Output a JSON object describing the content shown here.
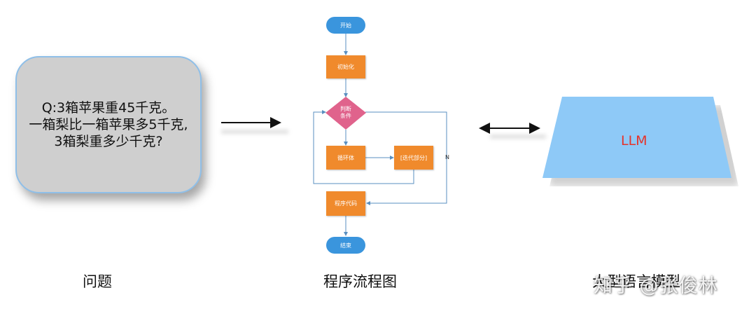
{
  "question": {
    "lines": [
      "Q:3箱苹果重45千克。",
      "一箱梨比一箱苹果多5千克,",
      "3箱梨重多少千克?"
    ]
  },
  "captions": {
    "question": "问题",
    "flowchart": "程序流程图",
    "llm": "大型语言模型"
  },
  "flowchart": {
    "start": "开始",
    "init": "初始化",
    "condition_line1": "判断",
    "condition_line2": "条件",
    "loop_body": "循环体",
    "iteration": "[迭代部分]",
    "program_code": "程序代码",
    "end": "结束",
    "no_label": "N"
  },
  "llm": {
    "label": "LLM"
  },
  "watermark": "知乎 @张俊林",
  "colors": {
    "process_box": "#f08a2c",
    "terminal": "#3a95dd",
    "decision": "#e0638c",
    "llm_fill": "#8ec9f7",
    "llm_text": "#e5332a"
  }
}
